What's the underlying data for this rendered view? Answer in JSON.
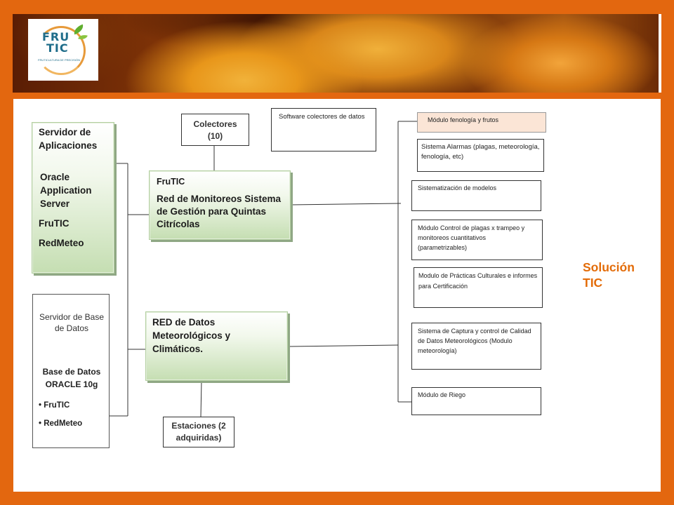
{
  "header": {
    "logo_name": "FRU TIC",
    "logo_line1": "FRU",
    "logo_line2": "TIC",
    "logo_tagline": "FRUTICULTURA DE PRECISIÓN"
  },
  "left": {
    "app_server": {
      "title": "Servidor de Aplicaciones",
      "item1": "Oracle Application Server",
      "item2": "FruTIC",
      "item3": "RedMeteo"
    },
    "db_server": {
      "title": "Servidor de Base de Datos",
      "db": "Base de Datos ORACLE 10g",
      "bullet1": "• FruTIC",
      "bullet2": "• RedMeteo"
    }
  },
  "middle": {
    "colectores": "Colectores (10)",
    "software": "Software colectores de datos",
    "frutic": {
      "title": "FruTIC",
      "desc": "Red de Monitoreos Sistema de Gestión para Quintas Citrícolas"
    },
    "red_datos": "RED de Datos Meteorológicos y Climáticos.",
    "estaciones": "Estaciones (2 adquiridas)"
  },
  "modules": [
    "Módulo fenología y frutos",
    "Sistema Alarmas (plagas, meteorología, fenología, etc)",
    "Sistematización de modelos",
    "Módulo Control de plagas x trampeo y monitoreos cuantitativos (parametrizables)",
    "Modulo de Prácticas Culturales e informes para Certificación",
    "Sistema de Captura y control de Calidad de Datos Meteorológicos (Modulo meteorología)",
    "Módulo de Riego"
  ],
  "solution_label": "Solución TIC",
  "colors": {
    "background": "#e3670f",
    "accent_text": "#e36c09",
    "module_highlight": "#fbe5d6",
    "green_box_end": "#c5deb2"
  }
}
